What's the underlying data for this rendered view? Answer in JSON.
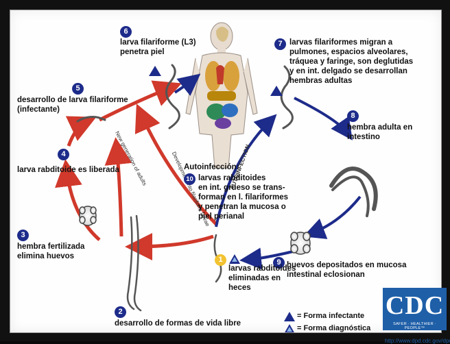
{
  "steps": [
    {
      "n": "1",
      "text": "larvas rabditoides\neliminadas en\nheces"
    },
    {
      "n": "2",
      "text": "desarrollo de formas de vida libre"
    },
    {
      "n": "3",
      "text": "hembra fertilizada\nelimina huevos"
    },
    {
      "n": "4",
      "text": "larva rabditoide es liberada"
    },
    {
      "n": "5",
      "text": "desarrollo de larva filariforme\n(infectante)"
    },
    {
      "n": "6",
      "text": "larva filariforme (L3)\npenetra piel"
    },
    {
      "n": "7",
      "text": "larvas filariformes migran a\npulmones, espacios alveolares,\ntráquea y faringe, son deglutidas\ny en int. delgado se desarrollan\nhembras adultas"
    },
    {
      "n": "8",
      "text": "hembra adulta en\nintestino"
    },
    {
      "n": "9",
      "text": "huevos depositados en mucosa\nintestinal eclosionan"
    },
    {
      "n": "10",
      "title": "Autoinfección:",
      "text": "larvas rabditoides\nen int. grueso se trans-\nforman en l. filariformes\ny penetran la mucosa o\npiel perianal"
    }
  ],
  "arrow_labels": {
    "development": "Development into filariform larvae",
    "new_generation": "New generation of adults",
    "autoinfection": "AUTOINFECTION"
  },
  "legend": {
    "infective": "= Forma infectante",
    "diagnostic": "= Forma diagnóstica"
  },
  "logo": {
    "text": "CDC",
    "tagline": "SAFER · HEALTHIER · PEOPLE™"
  },
  "url": "http://www.dpd.cdc.gov/dpdx",
  "colors": {
    "red_path": "#d0392b",
    "blue_path": "#1d2b8a",
    "number_badge": "#1d2b8a",
    "infective_marker": "#1d2b8a",
    "cdc_blue": "#1f5fa8"
  }
}
